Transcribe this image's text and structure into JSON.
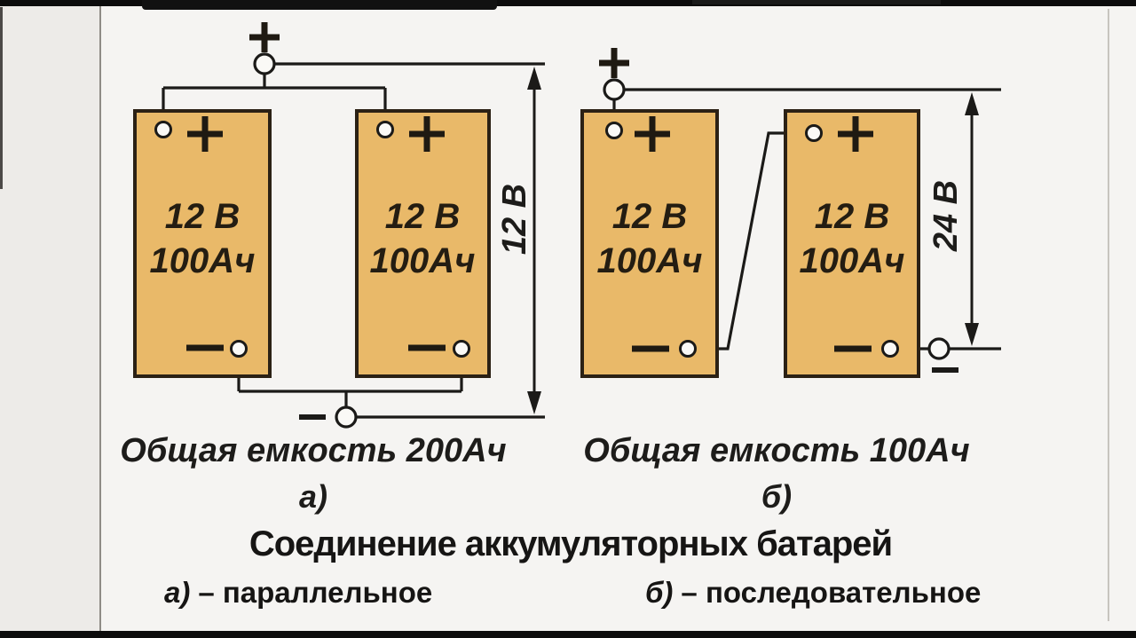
{
  "colors": {
    "background": "#f5f4f2",
    "margin": "#edebe8",
    "battery_fill": "#e9b969",
    "battery_border": "#2b2115",
    "line": "#1b1a18",
    "text": "#1d1c1a",
    "frame_bar": "#0c0c0c"
  },
  "icons": {
    "plus_terminal": "+",
    "minus_terminal": "−"
  },
  "diagram_a": {
    "batteries": [
      {
        "voltage": "12 В",
        "capacity": "100Ач"
      },
      {
        "voltage": "12 В",
        "capacity": "100Ач"
      }
    ],
    "dimension_label": "12 В",
    "caption": "Общая емкость 200Ач",
    "tag": "а)"
  },
  "diagram_b": {
    "batteries": [
      {
        "voltage": "12 В",
        "capacity": "100Ач"
      },
      {
        "voltage": "12 В",
        "capacity": "100Ач"
      }
    ],
    "dimension_label": "24 В",
    "caption": "Общая емкость 100Ач",
    "tag": "б)"
  },
  "footer": {
    "title": "Соединение аккумуляторных батарей",
    "item_a": {
      "tag": "а)",
      "text": "– параллельное"
    },
    "item_b": {
      "tag": "б)",
      "text": "– последовательное"
    }
  }
}
